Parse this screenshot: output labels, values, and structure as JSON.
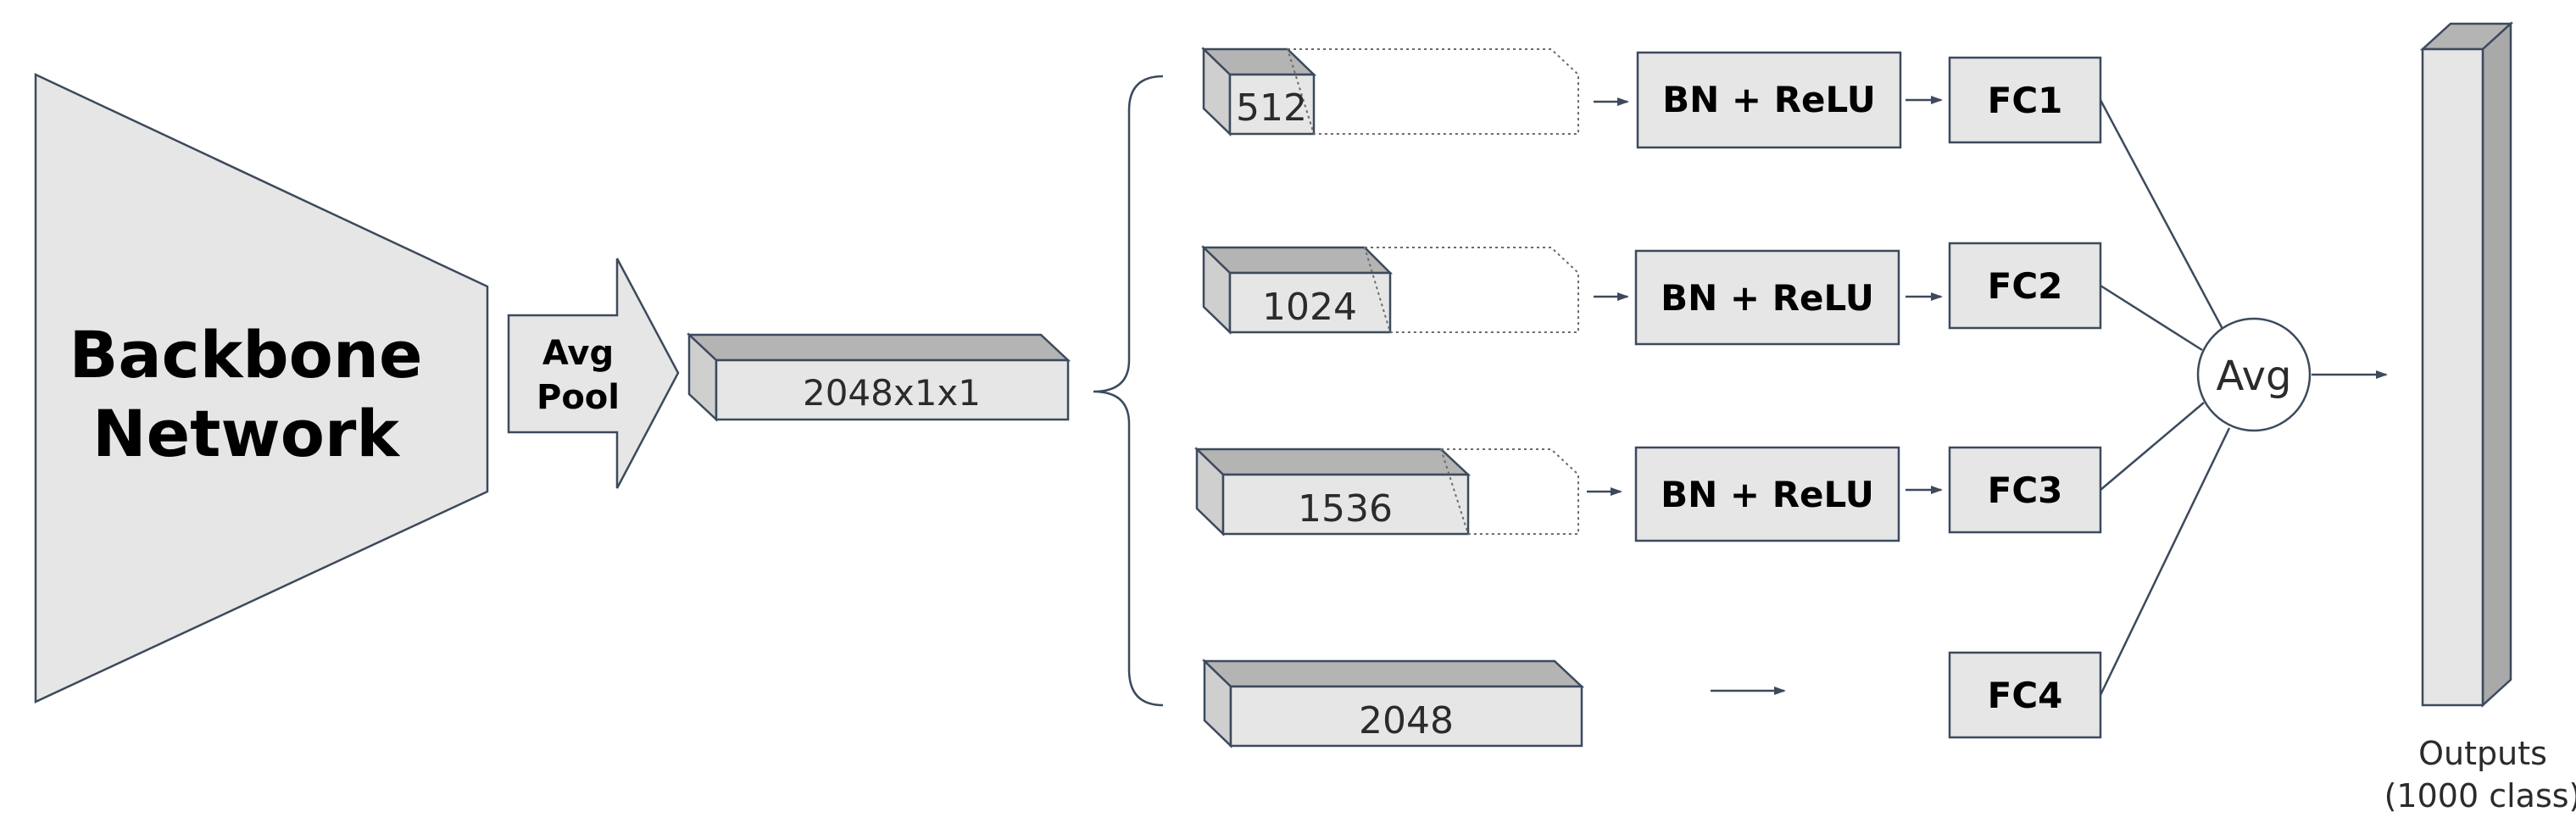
{
  "backbone": {
    "line1": "Backbone",
    "line2": "Network"
  },
  "avgpool": {
    "line1": "Avg",
    "line2": "Pool"
  },
  "feature": {
    "label": "2048x1x1"
  },
  "branches": [
    {
      "size": "512",
      "norm": "BN + ReLU",
      "fc": "FC1"
    },
    {
      "size": "1024",
      "norm": "BN + ReLU",
      "fc": "FC2"
    },
    {
      "size": "1536",
      "norm": "BN + ReLU",
      "fc": "FC3"
    },
    {
      "size": "2048",
      "norm": "",
      "fc": "FC4"
    }
  ],
  "avg": {
    "label": "Avg"
  },
  "outputs": {
    "line1": "Outputs",
    "line2": "(1000 class)"
  },
  "colors": {
    "fill": "#e6e6e6",
    "top_face": "#b4b4b4",
    "side_face": "#cfcfcf",
    "stroke": "#3c4a5c"
  }
}
